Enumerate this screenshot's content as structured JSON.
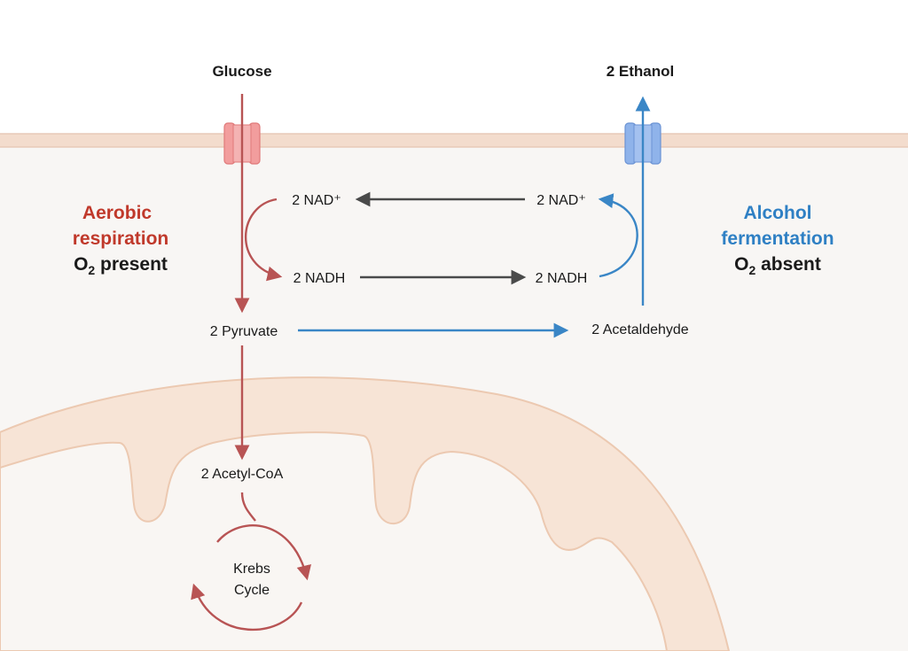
{
  "labels": {
    "glucose": "Glucose",
    "ethanol": "2 Ethanol",
    "nad_left": "2 NAD⁺",
    "nad_right": "2 NAD⁺",
    "nadh_left": "2 NADH",
    "nadh_right": "2 NADH",
    "pyruvate": "2 Pyruvate",
    "acetaldehyde": "2 Acetaldehyde",
    "acetyl_coa": "2 Acetyl-CoA",
    "krebs_line1": "Krebs",
    "krebs_line2": "Cycle"
  },
  "aerobic": {
    "line1": "Aerobic",
    "line2": "respiration",
    "condition_prefix": "O",
    "condition_sub": "2",
    "condition_suffix": " present"
  },
  "fermentation": {
    "line1": "Alcohol",
    "line2": "fermentation",
    "condition_prefix": "O",
    "condition_sub": "2",
    "condition_suffix": " absent"
  },
  "colors": {
    "aerobic": "#b85454",
    "fermentation": "#3a86c6",
    "neutral_arrow": "#4a4a4a",
    "aerobic_title": "#c0392b",
    "fermentation_title": "#2f80c4",
    "cytoplasm": "#f8f6f4",
    "membrane": "#f3dccd",
    "mitochondria_fill": "#fcebdc",
    "glucose_channel": "#f29d9d",
    "ethanol_channel": "#8fb3ea"
  }
}
